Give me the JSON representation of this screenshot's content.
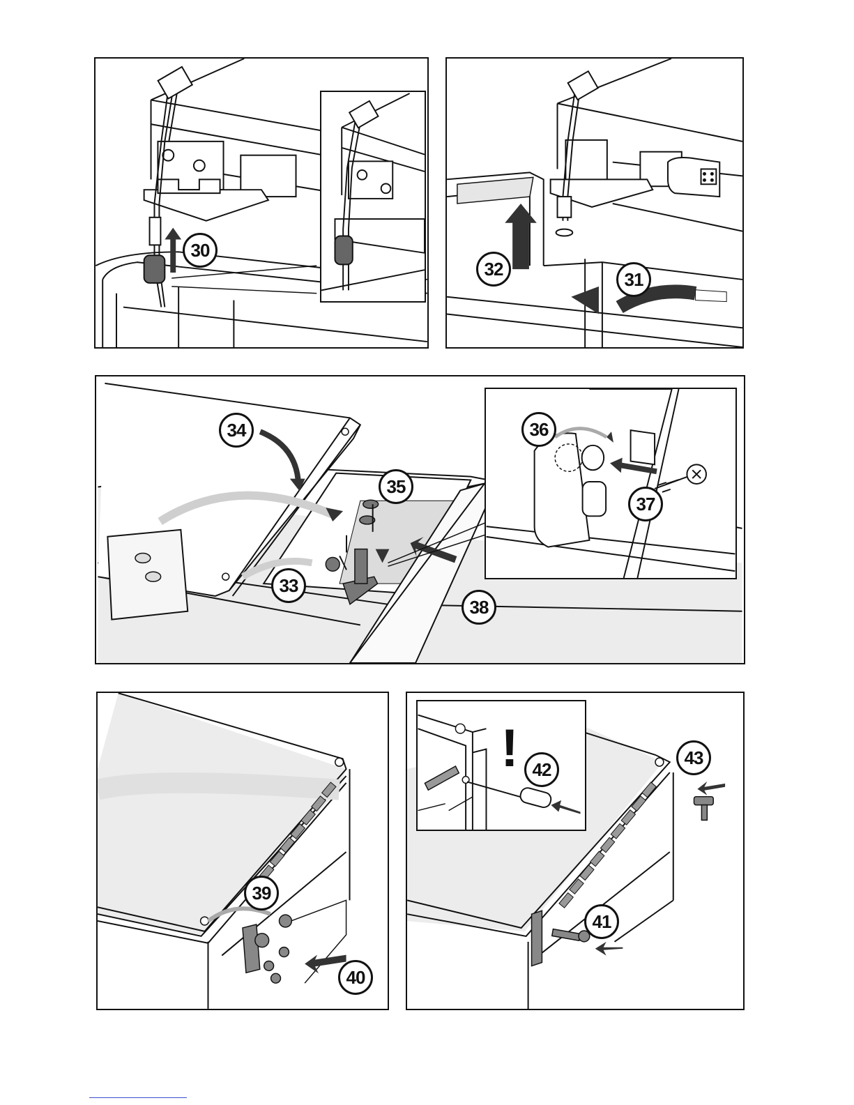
{
  "steps": {
    "s30": "30",
    "s31": "31",
    "s32": "32",
    "s33": "33",
    "s34": "34",
    "s35": "35",
    "s36": "36",
    "s37": "37",
    "s38": "38",
    "s39": "39",
    "s40": "40",
    "s41": "41",
    "s42": "42",
    "s43": "43"
  },
  "warning_mark": "!",
  "colors": {
    "line": "#111111",
    "shade": "#e6e6e6",
    "dark_part": "#555555",
    "footer_rule": "#3a4fd0"
  }
}
